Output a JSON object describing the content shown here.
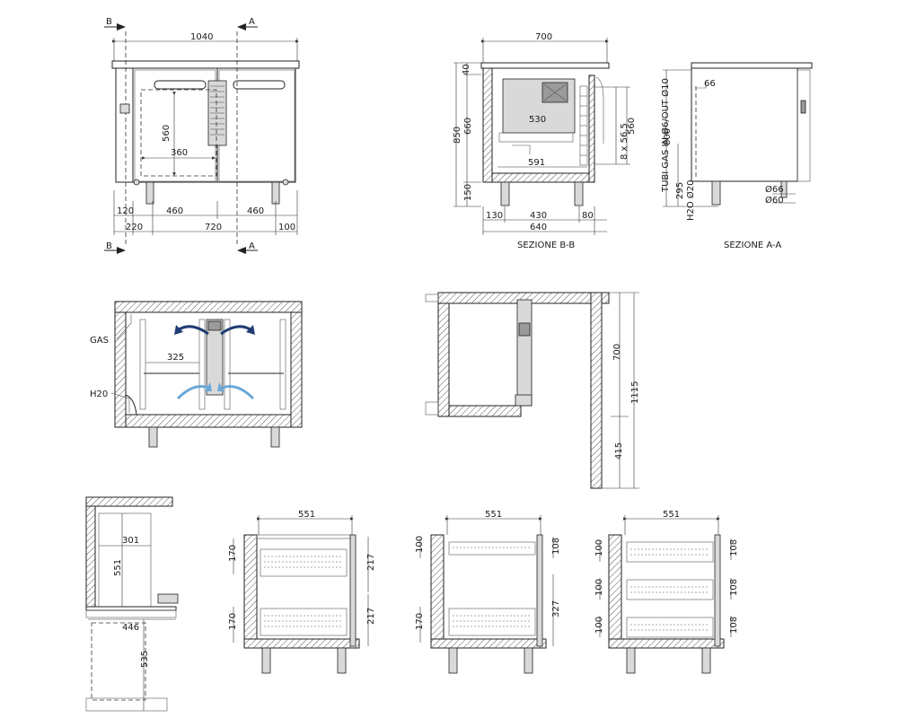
{
  "section_markers": {
    "b": "B",
    "a": "A"
  },
  "front_view": {
    "overall_width": "1040",
    "drawer_height": "560",
    "drawer_width": "360",
    "dims_bottom_row1": [
      "120",
      "460",
      "460"
    ],
    "dims_bottom_row2": [
      "220",
      "720",
      "100"
    ]
  },
  "section_bb": {
    "title": "SEZIONE B-B",
    "top_width": "700",
    "height_total": "850",
    "height_660": "660",
    "height_40": "40",
    "height_150": "150",
    "inner_530": "530",
    "inner_591": "591",
    "shelves": "8 x 56,5",
    "height_560": "560",
    "bottom_dims": [
      "130",
      "430",
      "80"
    ],
    "bottom_total": "640"
  },
  "section_aa": {
    "title": "SEZIONE A-A",
    "height_800": "800",
    "height_295": "295",
    "dim_66": "66",
    "pipe_gas": "TUBI GAS IN Ø6/OUT Ø10",
    "pipe_h2o": "H2O Ø20",
    "dia_66": "Ø66",
    "dia_60": "Ø60"
  },
  "airflow_view": {
    "gas_label": "GAS",
    "h2o_label": "H20",
    "shelf_width": "325"
  },
  "door_open_view": {
    "dim_700": "700",
    "dim_1115": "1115",
    "dim_415": "415"
  },
  "drawer_side": {
    "dim_301": "301",
    "dim_551": "551",
    "dim_446": "446",
    "dim_535": "535"
  },
  "drawers_2": {
    "width": "551",
    "left_dims": [
      "170",
      "170"
    ],
    "right_dims": [
      "217",
      "217"
    ]
  },
  "drawers_mixed": {
    "width": "551",
    "left_dims": [
      "100",
      "170"
    ],
    "right_dims": [
      "108",
      "327"
    ]
  },
  "drawers_3": {
    "width": "551",
    "left_dims": [
      "100",
      "100",
      "100"
    ],
    "right_dims": [
      "108",
      "108",
      "108"
    ]
  }
}
